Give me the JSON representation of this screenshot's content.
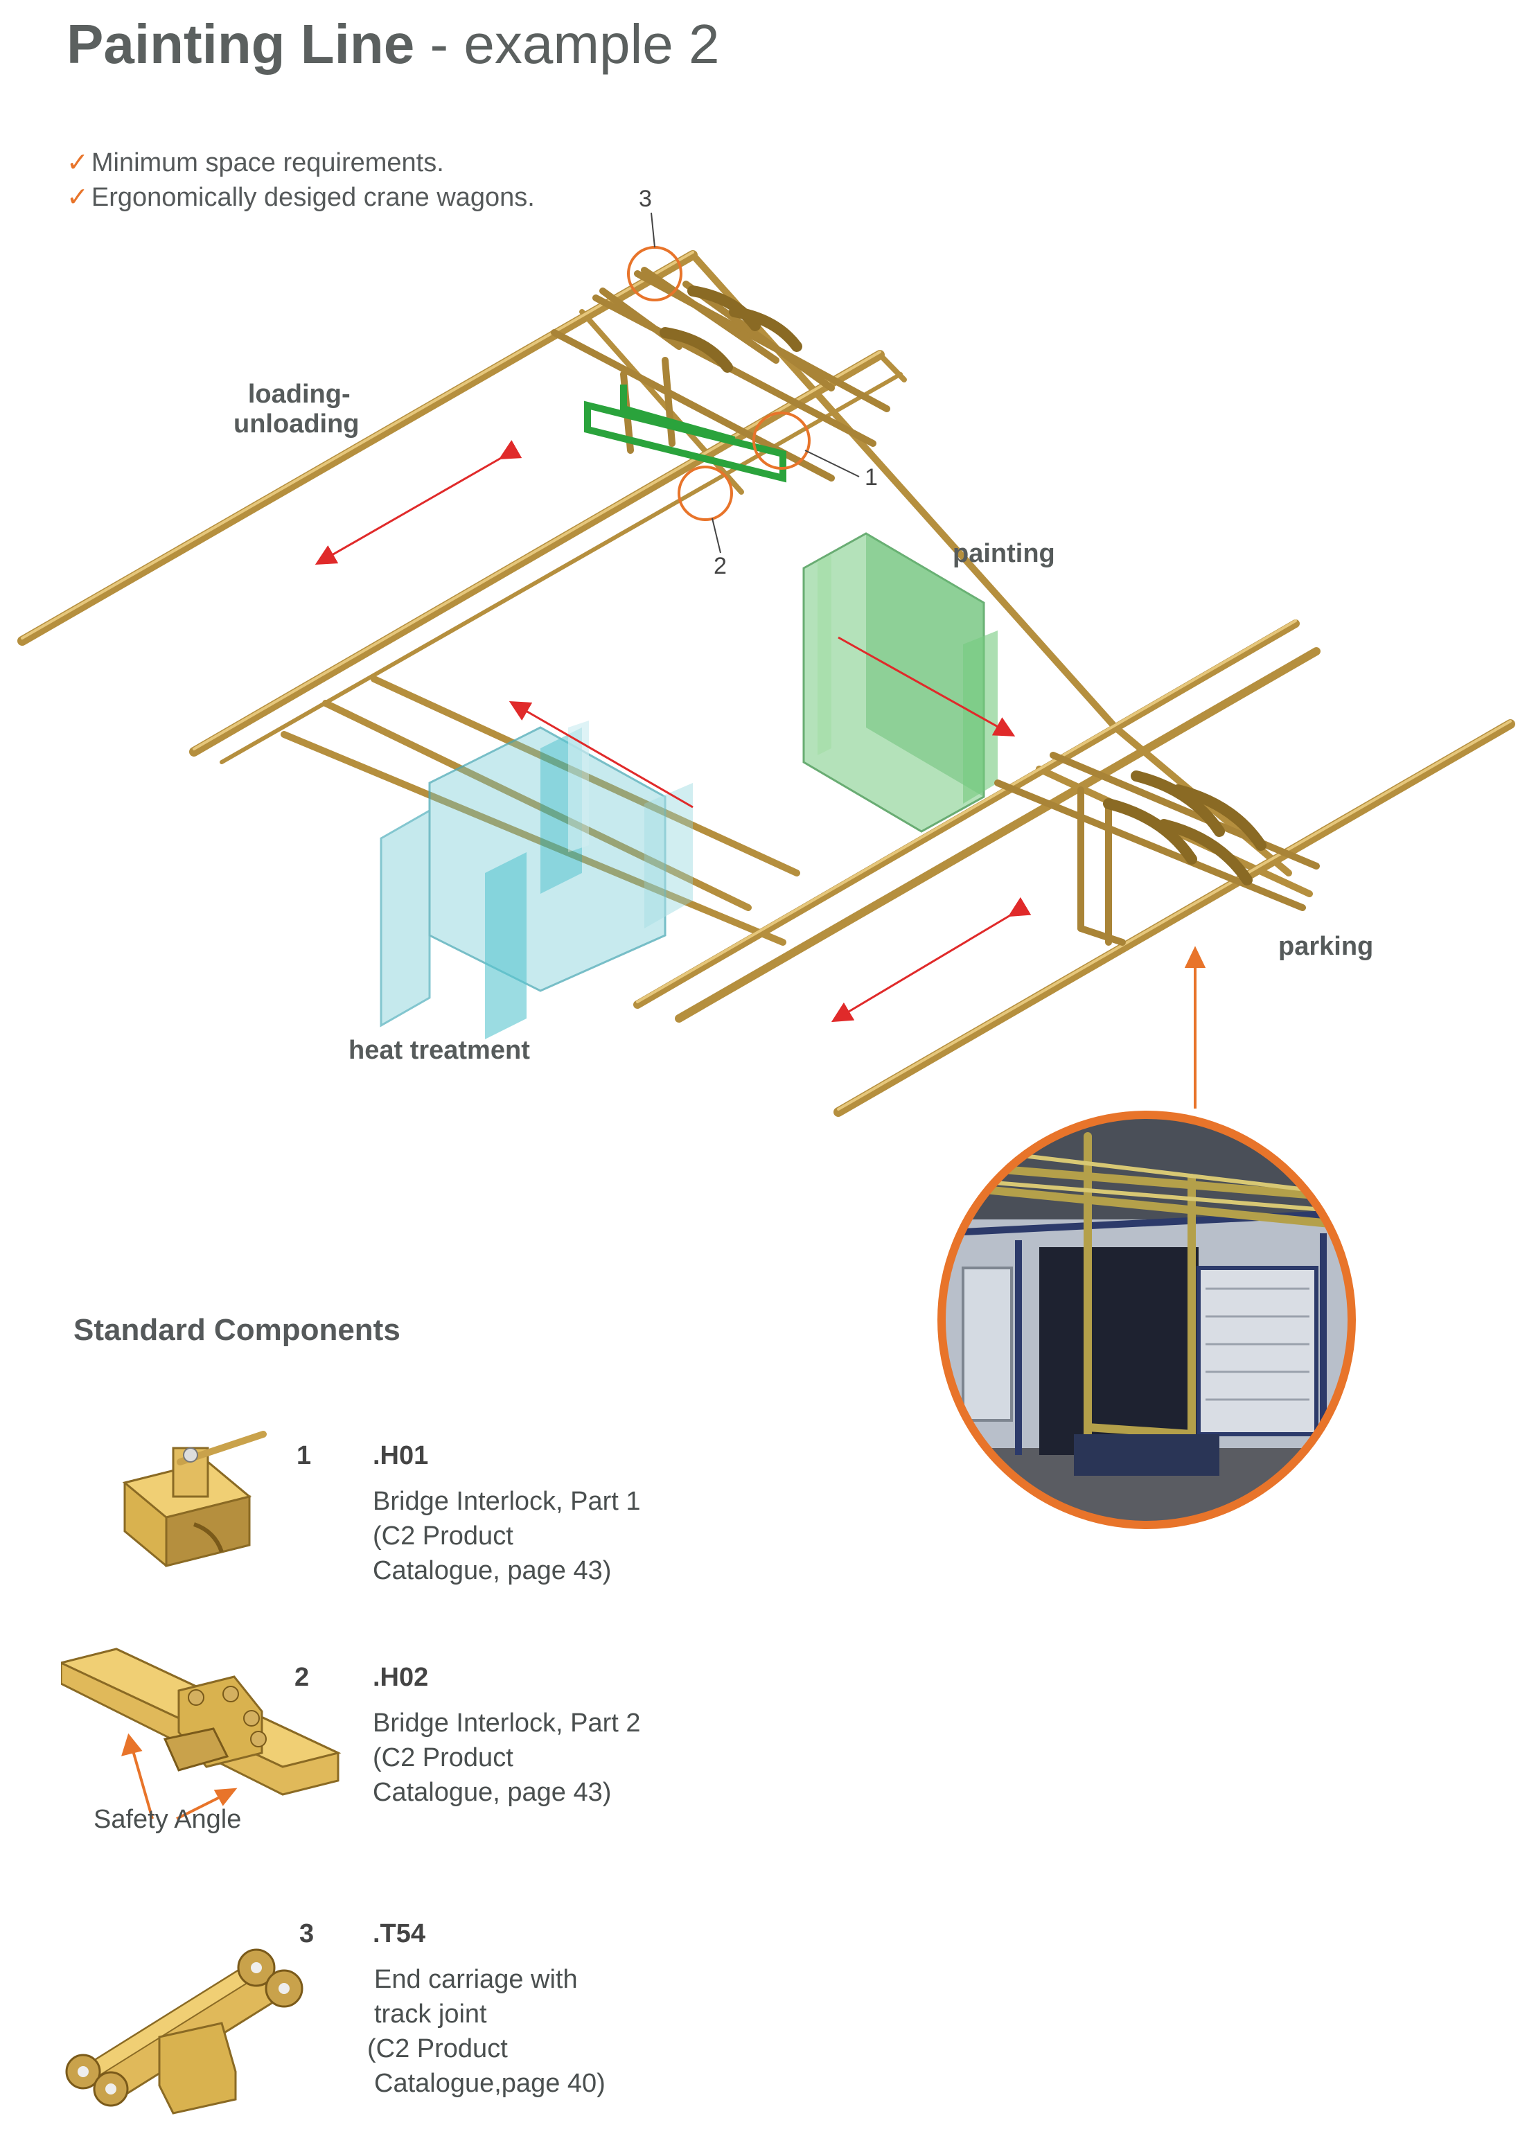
{
  "header": {
    "title_bold": "Painting Line",
    "title_rest": "- example 2"
  },
  "bullets": [
    "Minimum space requirements.",
    "Ergonomically desiged  crane wagons."
  ],
  "diagram": {
    "zones": {
      "loading_line1": "loading-",
      "loading_line2": "unloading",
      "painting": "painting",
      "heat": "heat treatment",
      "parking": "parking"
    },
    "callouts": [
      "1",
      "2",
      "3"
    ],
    "colors": {
      "rail": "#c9a24b",
      "rail_dark": "#8a6a24",
      "callout": "#e8742a",
      "arrow": "#e02a2a",
      "painting_booth": "#3cb44a",
      "heat_booth": "#43b8c8"
    }
  },
  "photo": {
    "icon": "installation-photo"
  },
  "standard_components": {
    "title": "Standard Components",
    "items": [
      {
        "num": "1",
        "code": ".H01",
        "lines": [
          "Bridge Interlock, Part 1",
          "(C2 Product",
          "Catalogue, page 43)"
        ]
      },
      {
        "num": "2",
        "code": ".H02",
        "lines": [
          "Bridge Interlock, Part 2",
          "(C2 Product",
          "Catalogue, page 43)"
        ],
        "note": "Safety Angle"
      },
      {
        "num": "3",
        "code": ".T54",
        "lines": [
          "End carriage with",
          "track joint",
          "(C2 Product",
          "Catalogue,page 40)"
        ]
      }
    ]
  }
}
